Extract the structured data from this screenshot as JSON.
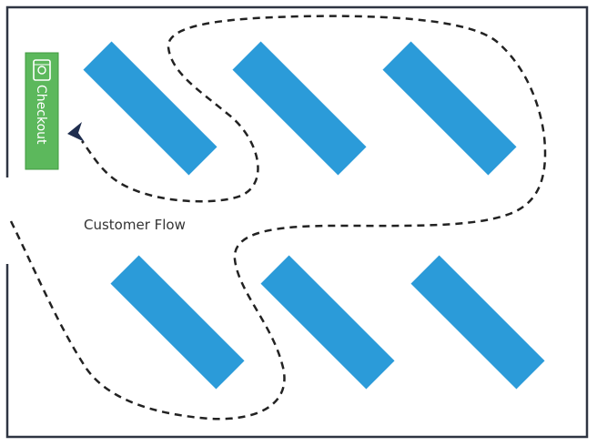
{
  "labels": {
    "customer_flow": "Customer Flow",
    "checkout": "Checkout"
  },
  "icons": {
    "checkout_icon": "cash-register-icon",
    "flow_arrow": "arrow-head-icon"
  },
  "colors": {
    "shelf": "#2b9bd9",
    "checkout": "#5cb85c",
    "checkout_border": "#3f9a3f",
    "wall": "#2f3542",
    "flow_path": "#222222"
  },
  "layout_counts": {
    "shelves_top_row": 3,
    "shelves_bottom_row": 3
  }
}
